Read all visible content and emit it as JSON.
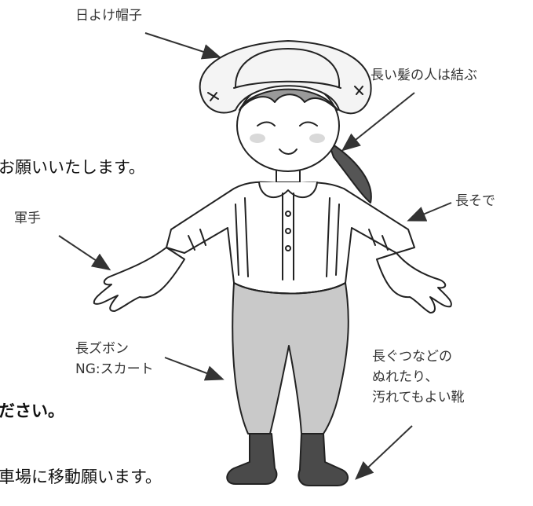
{
  "labels": {
    "sun_hat": "日よけ帽子",
    "tie_hair": "長い髪の人は結ぶ",
    "long_sleeves": "長そで",
    "gloves": "軍手",
    "long_pants": "長ズボン",
    "no_skirt": "NG:スカート",
    "boots_line1": "長ぐつなどの",
    "boots_line2": "ぬれたり、",
    "boots_line3": "汚れてもよい靴"
  },
  "cropped_text": {
    "line1": "お願いいたします。",
    "line2": "ださい。",
    "line3": "車場に移動願います。"
  },
  "colors": {
    "ink": "#222222",
    "gray_fill": "#c9c9c9",
    "dark_fill": "#4a4a4a",
    "hat_fill": "#f4f4f4"
  }
}
